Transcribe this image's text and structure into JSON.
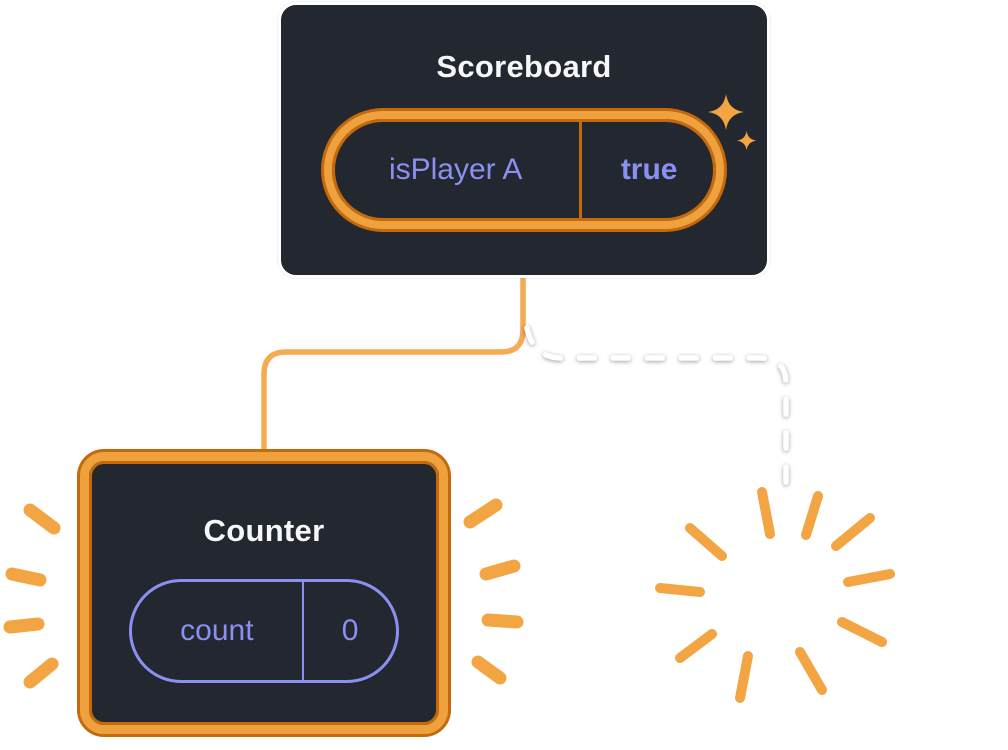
{
  "scoreboard": {
    "title": "Scoreboard",
    "state_label": "isPlayer A",
    "state_value": "true"
  },
  "counter": {
    "title": "Counter",
    "state_label": "count",
    "state_value": "0"
  },
  "icons": {
    "sparkle_large": "sparkle-icon",
    "sparkle_small": "sparkle-icon",
    "poof_burst": "poof-burst-icon",
    "emphasis_left": "emphasis-burst-left-icon",
    "emphasis_right": "emphasis-burst-right-icon"
  },
  "colors": {
    "page_background": "#FFFFFF",
    "panel_background": "#23272F",
    "highlight_orange": "#EFA13E",
    "highlight_orange_dark": "#C4690C",
    "connector_orange": "#F5AB52",
    "burst_orange": "#F3A544",
    "state_purple": "#8A90F2",
    "title_white": "#F6F7F9",
    "dashed_line_white": "#FFFFFF"
  }
}
